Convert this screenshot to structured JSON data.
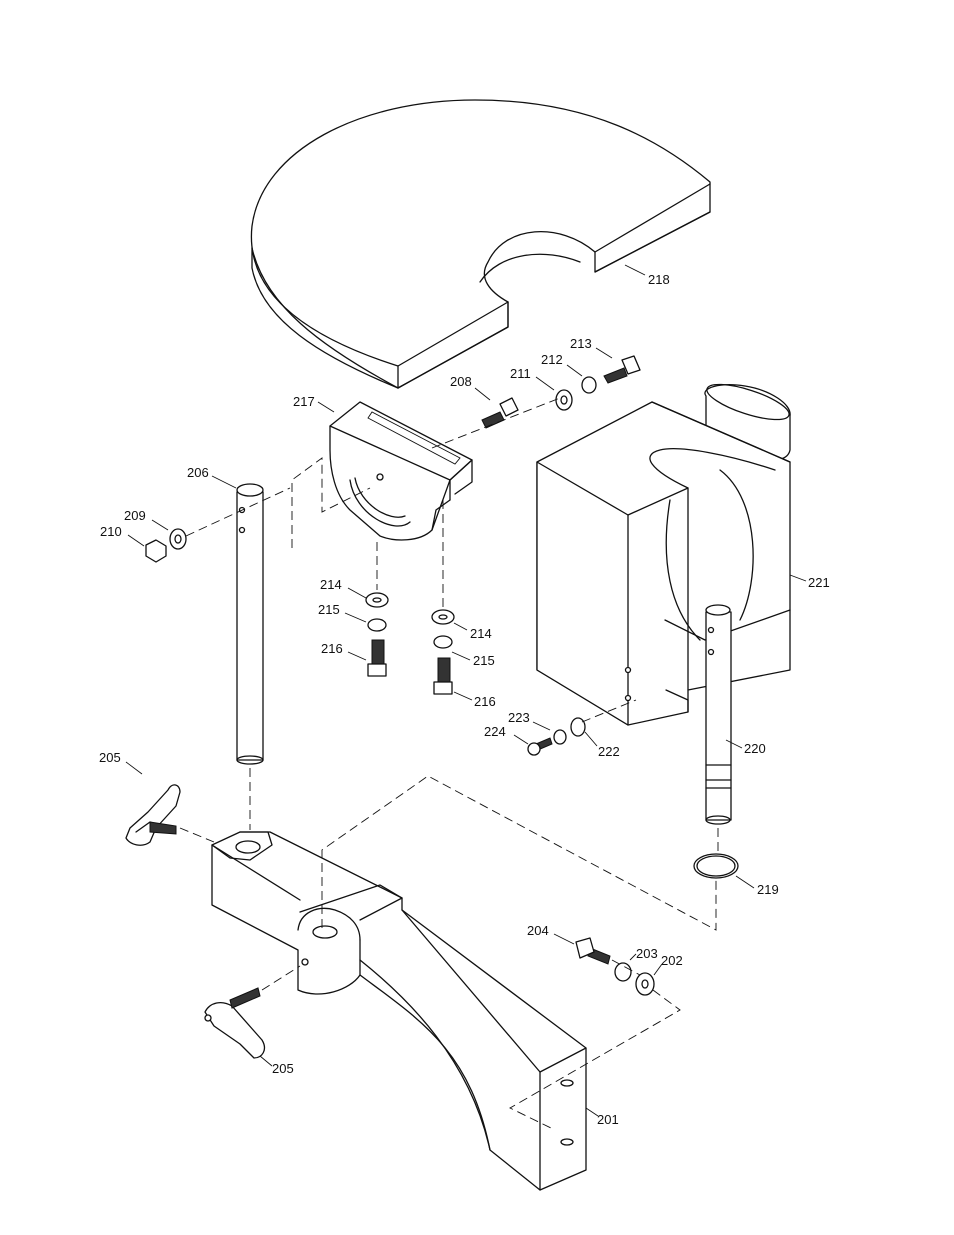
{
  "callouts": {
    "c201": "201",
    "c202": "202",
    "c203": "203",
    "c204": "204",
    "c205a": "205",
    "c205b": "205",
    "c206": "206",
    "c208": "208",
    "c209": "209",
    "c210": "210",
    "c211": "211",
    "c212": "212",
    "c213": "213",
    "c214a": "214",
    "c214b": "214",
    "c215a": "215",
    "c215b": "215",
    "c216a": "216",
    "c216b": "216",
    "c217": "217",
    "c218": "218",
    "c219": "219",
    "c220": "220",
    "c221": "221",
    "c222": "222",
    "c223": "223",
    "c224": "224"
  }
}
